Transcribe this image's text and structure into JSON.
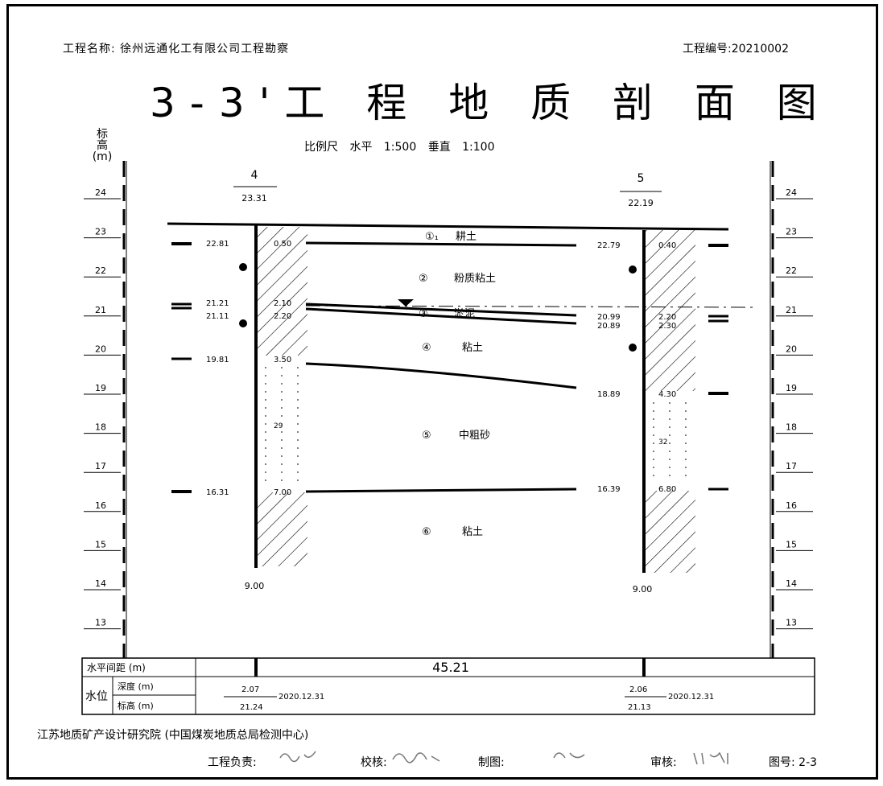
{
  "header": {
    "project_name": "工程名称: 徐州远通化工有限公司工程勘察",
    "project_no": "工程编号:20210002",
    "title": "3-3'工 程 地 质 剖 面 图",
    "scale": "比例尺  水平  1:500    垂直  1:100",
    "axis_label": [
      "标",
      "高",
      "(m)"
    ]
  },
  "elevation_ticks": [
    "24",
    "23",
    "22",
    "21",
    "20",
    "19",
    "18",
    "17",
    "16",
    "15",
    "14",
    "13"
  ],
  "boreholes": [
    {
      "id": "4",
      "surface_elev": "23.31",
      "bottom_depth": "9.00",
      "layers": [
        {
          "elev": "22.81",
          "depth": "0.50"
        },
        {
          "elev": "21.21",
          "depth": "2.10"
        },
        {
          "elev": "21.11",
          "depth": "2.20"
        },
        {
          "elev": "19.81",
          "depth": "3.50"
        },
        {
          "elev": "16.31",
          "depth": "7.00"
        }
      ],
      "sample_tag": "29"
    },
    {
      "id": "5",
      "surface_elev": "22.19",
      "bottom_depth": "9.00",
      "layers": [
        {
          "elev": "22.79",
          "depth": "0.40"
        },
        {
          "elev": "20.99",
          "depth": "2.20"
        },
        {
          "elev": "20.89",
          "depth": "2.30"
        },
        {
          "elev": "18.89",
          "depth": "4.30"
        },
        {
          "elev": "16.39",
          "depth": "6.80"
        }
      ],
      "sample_tag": "32"
    }
  ],
  "strata": [
    {
      "num": "①₁",
      "name": "耕土"
    },
    {
      "num": "②",
      "name": "粉质粘土"
    },
    {
      "num": "③",
      "name": "淤泥"
    },
    {
      "num": "④",
      "name": "粘土"
    },
    {
      "num": "⑤",
      "name": "中粗砂"
    },
    {
      "num": "⑥",
      "name": "粘土"
    }
  ],
  "table": {
    "row1_label": "水平间距 (m)",
    "distance": "45.21",
    "water_label": "水位",
    "depth_label": "深度 (m)",
    "elev_label": "标高 (m)",
    "bh4_water_depth": "2.07",
    "bh4_water_elev": "21.24",
    "bh4_date": "2020.12.31",
    "bh5_water_depth": "2.06",
    "bh5_water_elev": "21.13",
    "bh5_date": "2020.12.31"
  },
  "footer": {
    "org": "江苏地质矿产设计研究院 (中国煤炭地质总局检测中心)",
    "lead_label": "工程负责:",
    "check_label": "校核:",
    "draw_label": "制图:",
    "review_label": "审核:",
    "drawing_no": "图号: 2-3"
  },
  "colors": {
    "line": "#000000",
    "paper": "#ffffff"
  }
}
